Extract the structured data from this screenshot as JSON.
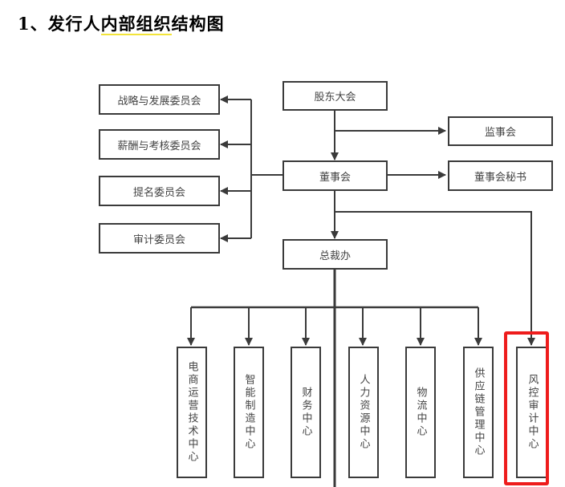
{
  "title": {
    "prefix": "1、发行人",
    "underlined": "内部组织",
    "suffix": "结构图"
  },
  "colors": {
    "line": "#3a3a3a",
    "highlight": "#ee1c1c",
    "title_underline": "#f2e43a"
  },
  "nodes": {
    "shareholders_meeting": "股东大会",
    "supervisory_board": "监事会",
    "board_of_directors": "董事会",
    "board_secretary": "董事会秘书",
    "president_office": "总裁办",
    "committees": [
      "战略与发展委员会",
      "薪酬与考核委员会",
      "提名委员会",
      "审计委员会"
    ],
    "departments": [
      "电商运营技术中心",
      "智能制造中心",
      "财务中心",
      "人力资源中心",
      "物流中心",
      "供应链管理中心",
      "风控审计中心"
    ]
  },
  "highlighted_department": "风控审计中心"
}
